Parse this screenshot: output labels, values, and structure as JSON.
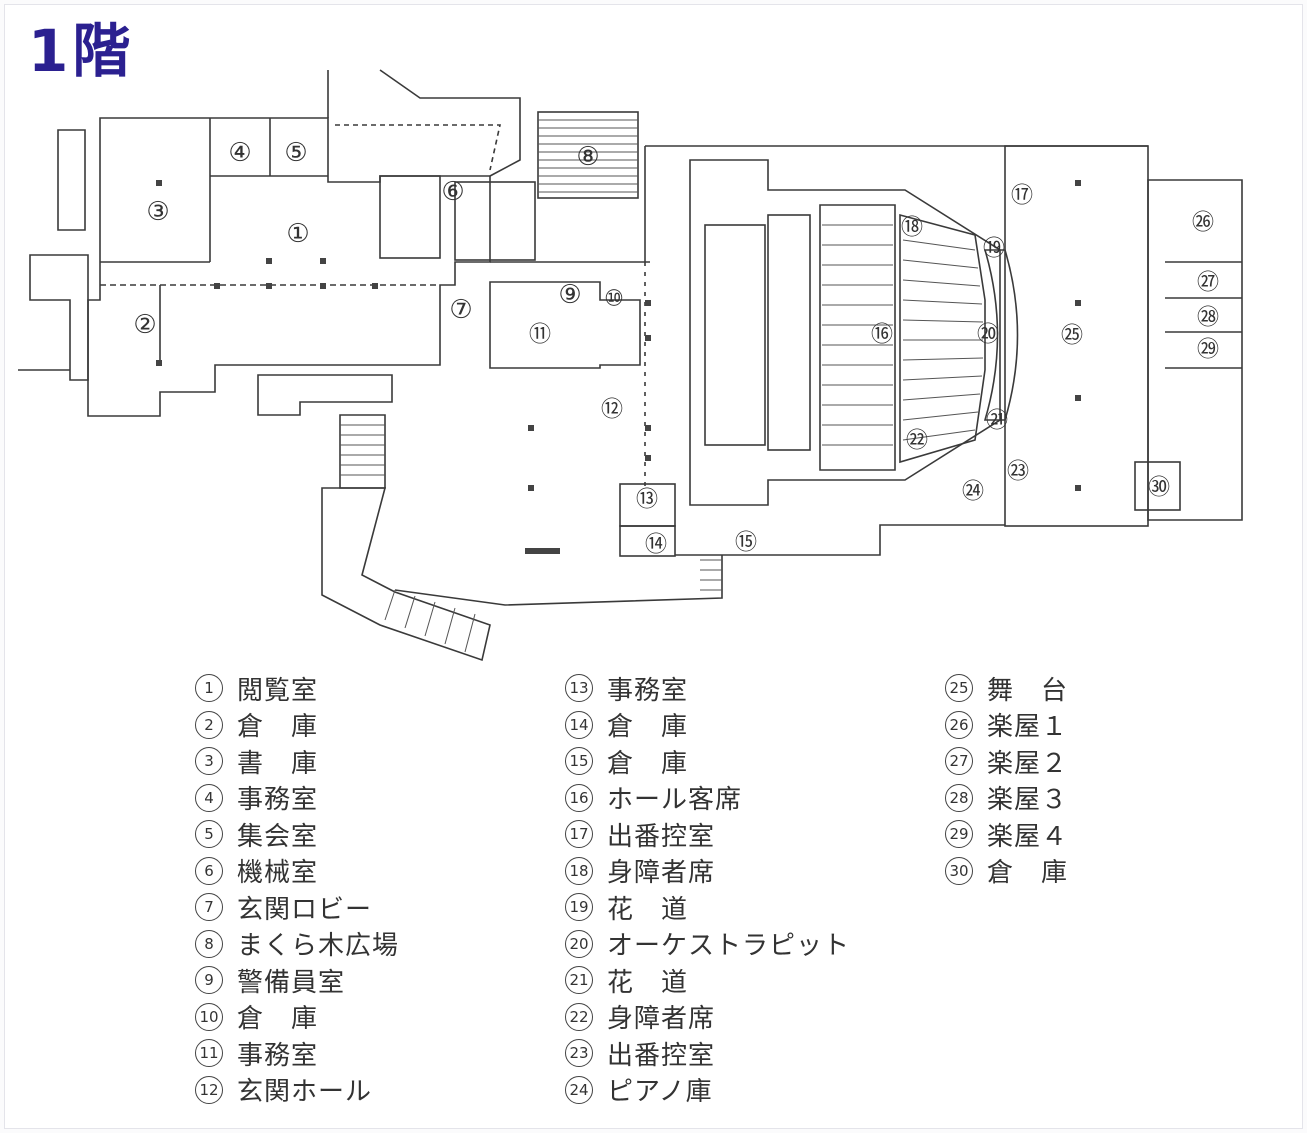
{
  "title": "1階",
  "map_labels": [
    {
      "id": "1",
      "text": "①"
    },
    {
      "id": "2",
      "text": "②"
    },
    {
      "id": "3",
      "text": "③"
    },
    {
      "id": "4",
      "text": "④"
    },
    {
      "id": "5",
      "text": "⑤"
    },
    {
      "id": "6",
      "text": "⑥"
    },
    {
      "id": "7",
      "text": "⑦"
    },
    {
      "id": "8",
      "text": "⑧"
    },
    {
      "id": "9",
      "text": "⑨"
    },
    {
      "id": "10",
      "text": "⑩"
    },
    {
      "id": "11",
      "text": "⑪"
    },
    {
      "id": "12",
      "text": "⑫"
    },
    {
      "id": "13",
      "text": "⑬"
    },
    {
      "id": "14",
      "text": "⑭"
    },
    {
      "id": "15",
      "text": "⑮"
    },
    {
      "id": "16",
      "text": "⑯"
    },
    {
      "id": "17",
      "text": "⑰"
    },
    {
      "id": "18",
      "text": "⑱"
    },
    {
      "id": "19",
      "text": "⑲"
    },
    {
      "id": "20",
      "text": "⑳"
    },
    {
      "id": "21",
      "text": "㉑"
    },
    {
      "id": "22",
      "text": "㉒"
    },
    {
      "id": "23",
      "text": "㉓"
    },
    {
      "id": "24",
      "text": "㉔"
    },
    {
      "id": "25",
      "text": "㉕"
    },
    {
      "id": "26",
      "text": "㉖"
    },
    {
      "id": "27",
      "text": "㉗"
    },
    {
      "id": "28",
      "text": "㉘"
    },
    {
      "id": "29",
      "text": "㉙"
    },
    {
      "id": "30",
      "text": "㉚"
    }
  ],
  "legend": {
    "col1": [
      {
        "num": "1",
        "label": "閲覧室"
      },
      {
        "num": "2",
        "label": "倉　庫"
      },
      {
        "num": "3",
        "label": "書　庫"
      },
      {
        "num": "4",
        "label": "事務室"
      },
      {
        "num": "5",
        "label": "集会室"
      },
      {
        "num": "6",
        "label": "機械室"
      },
      {
        "num": "7",
        "label": "玄関ロビー"
      },
      {
        "num": "8",
        "label": "まくら木広場"
      },
      {
        "num": "9",
        "label": "警備員室"
      },
      {
        "num": "10",
        "label": "倉　庫"
      },
      {
        "num": "11",
        "label": "事務室"
      },
      {
        "num": "12",
        "label": "玄関ホール"
      }
    ],
    "col2": [
      {
        "num": "13",
        "label": "事務室"
      },
      {
        "num": "14",
        "label": "倉　庫"
      },
      {
        "num": "15",
        "label": "倉　庫"
      },
      {
        "num": "16",
        "label": "ホール客席"
      },
      {
        "num": "17",
        "label": "出番控室"
      },
      {
        "num": "18",
        "label": "身障者席"
      },
      {
        "num": "19",
        "label": "花　道"
      },
      {
        "num": "20",
        "label": "オーケストラピット"
      },
      {
        "num": "21",
        "label": "花　道"
      },
      {
        "num": "22",
        "label": "身障者席"
      },
      {
        "num": "23",
        "label": "出番控室"
      },
      {
        "num": "24",
        "label": "ピアノ庫"
      }
    ],
    "col3": [
      {
        "num": "25",
        "label": "舞　台"
      },
      {
        "num": "26",
        "label": "楽屋１"
      },
      {
        "num": "27",
        "label": "楽屋２"
      },
      {
        "num": "28",
        "label": "楽屋３"
      },
      {
        "num": "29",
        "label": "楽屋４"
      },
      {
        "num": "30",
        "label": "倉　庫"
      }
    ]
  },
  "colors": {
    "title": "#2b2090",
    "line": "#333333",
    "background": "#ffffff"
  }
}
